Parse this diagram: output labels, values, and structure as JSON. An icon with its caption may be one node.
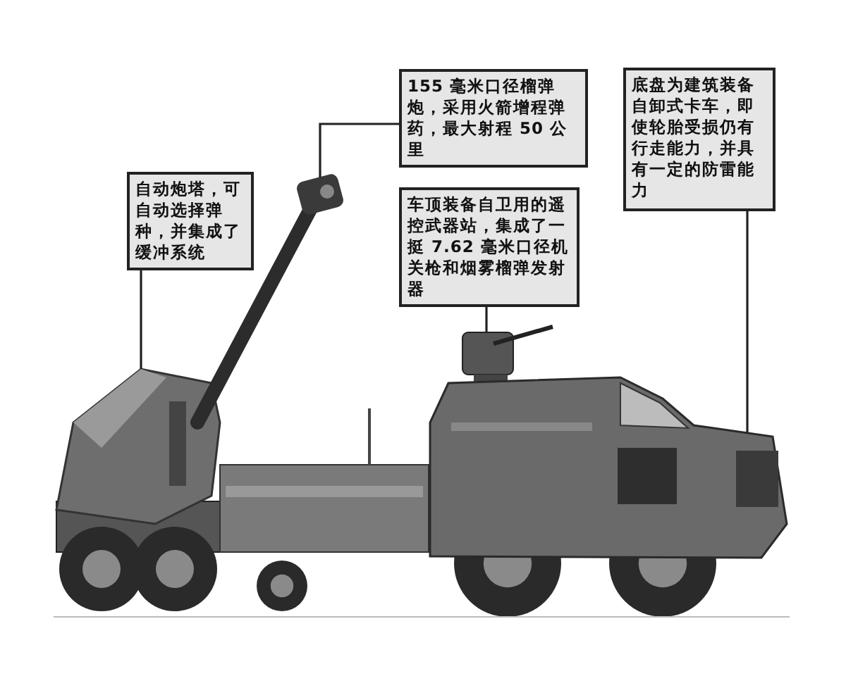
{
  "diagram": {
    "nodes": [
      {
        "text": [
          "自动炮塔，可自动选择弹种，并集成了缓冲系统"
        ]
      },
      {
        "text": [
          "155 毫米口径榴弹炮，采用火箭增程弹药，最大射程 50 公里"
        ]
      },
      {
        "text": [
          "车顶装备自卫用的遥控武器站，集成了一挺 7.62 毫米口径机关枪和烟雾榴弹发射器"
        ]
      },
      {
        "text": [
          "底盘为建筑装备自卸式卡车，即使轮胎受损仍有行走能力，并具有一定的防雷能力"
        ]
      },
      {
        "text": [],
        "shape": "picture"
      },
      {
        "text": [],
        "shape": "picture"
      },
      {
        "text": [],
        "shape": "picture"
      },
      {
        "text": [],
        "shape": "picture"
      }
    ],
    "edges": [
      {
        "from": 0,
        "to": 4,
        "arrow": "none"
      },
      {
        "from": 1,
        "to": 5,
        "arrow": "none"
      },
      {
        "from": 2,
        "to": 6,
        "arrow": "none"
      },
      {
        "from": 3,
        "to": 7,
        "arrow": "none"
      }
    ]
  }
}
